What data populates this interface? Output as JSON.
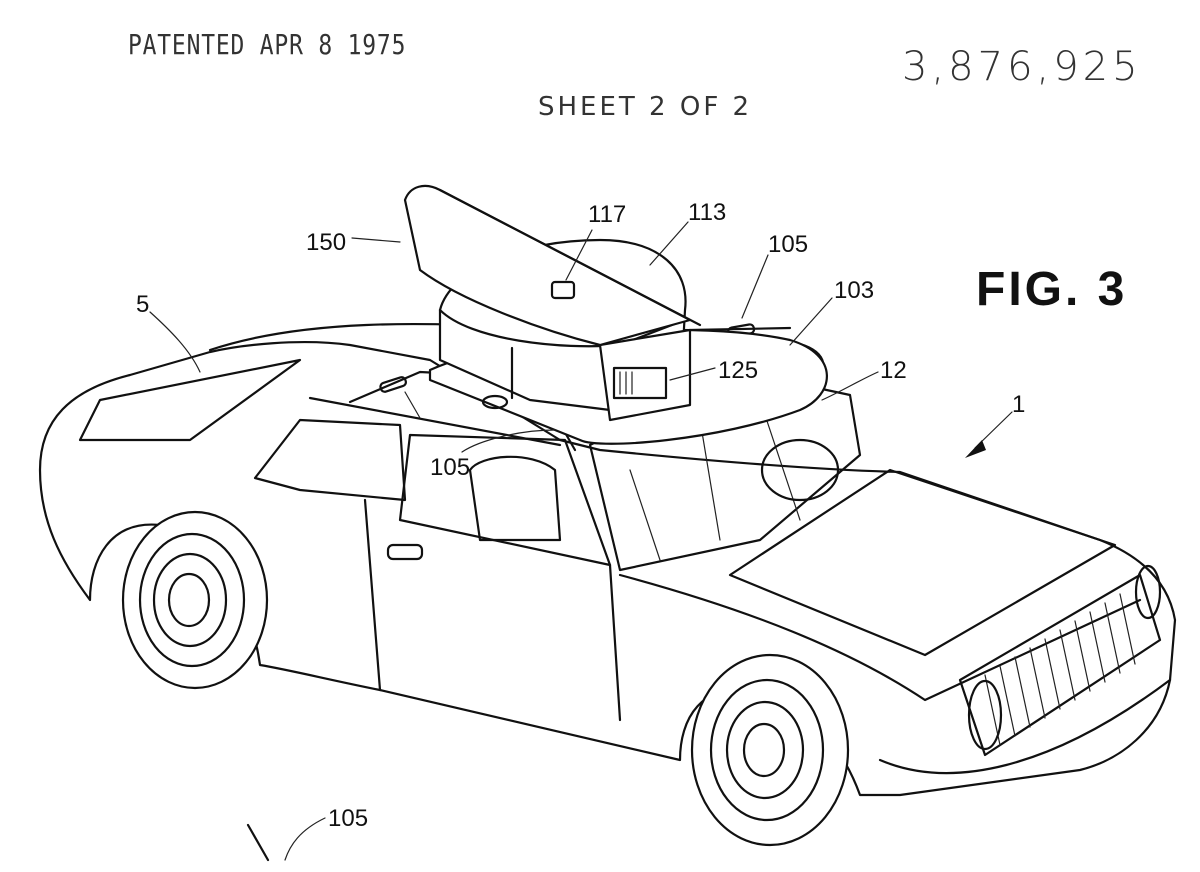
{
  "header": {
    "stamp": "PATENTED APR 8 1975",
    "patent_number": "3,876,925",
    "sheet": "SHEET 2 OF 2"
  },
  "figure": {
    "label": "FIG. 3"
  },
  "reference_numerals": {
    "r150": "150",
    "r117": "117",
    "r113": "113",
    "r105a": "105",
    "r103": "103",
    "r5": "5",
    "r12": "12",
    "r125": "125",
    "r1": "1",
    "r105b": "105",
    "r105c": "105"
  }
}
